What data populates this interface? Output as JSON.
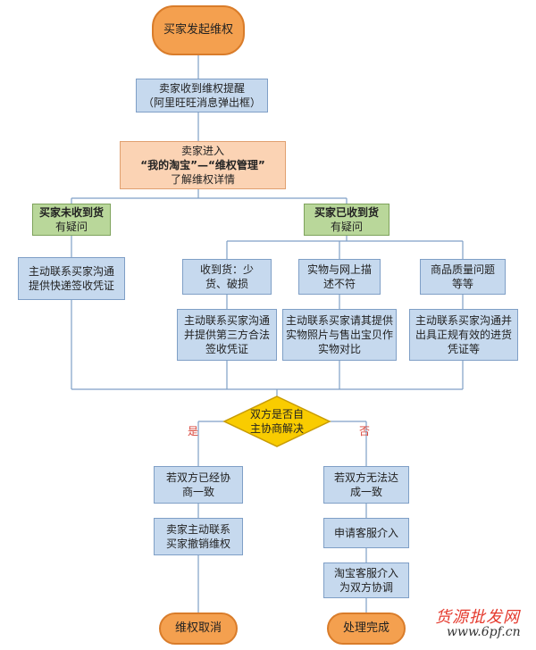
{
  "nodes": {
    "start": "买家发起维权",
    "notify": [
      "卖家收到维权提醒",
      "（阿里旺旺消息弹出框）"
    ],
    "enter": [
      "卖家进入",
      "“我的淘宝”—“维权管理”",
      "了解维权详情"
    ],
    "not_received": [
      "买家未收到货",
      "有疑问"
    ],
    "received": [
      "买家已收到货",
      "有疑问"
    ],
    "contact_proof": [
      "主动联系买家沟通",
      "提供快递签收凭证"
    ],
    "short_damaged": [
      "收到货：少",
      "货、破损"
    ],
    "not_match": [
      "实物与网上描",
      "述不符"
    ],
    "quality": [
      "商品质量问题",
      "等等"
    ],
    "third_party": [
      "主动联系买家沟通",
      "并提供第三方合法",
      "签收凭证"
    ],
    "photos": [
      "主动联系买家请其提供",
      "实物照片与售出宝贝作",
      "实物对比"
    ],
    "invoice": [
      "主动联系买家沟通并",
      "出具正规有效的进货",
      "凭证等"
    ],
    "decision": [
      "双方是否自",
      "主协商解决"
    ],
    "yes_label": "是",
    "no_label": "否",
    "agreed": [
      "若双方已经协",
      "商一致"
    ],
    "cancel_contact": [
      "卖家主动联系",
      "买家撤销维权"
    ],
    "cancel_end": "维权取消",
    "not_agreed": [
      "若双方无法达",
      "成一致"
    ],
    "apply_cs": "申请客服介入",
    "taobao_cs": [
      "淘宝客服介入",
      "为双方协调"
    ],
    "done_end": "处理完成"
  },
  "watermark": {
    "line1": "货源批发网",
    "line2": "www.6pf.cn"
  }
}
